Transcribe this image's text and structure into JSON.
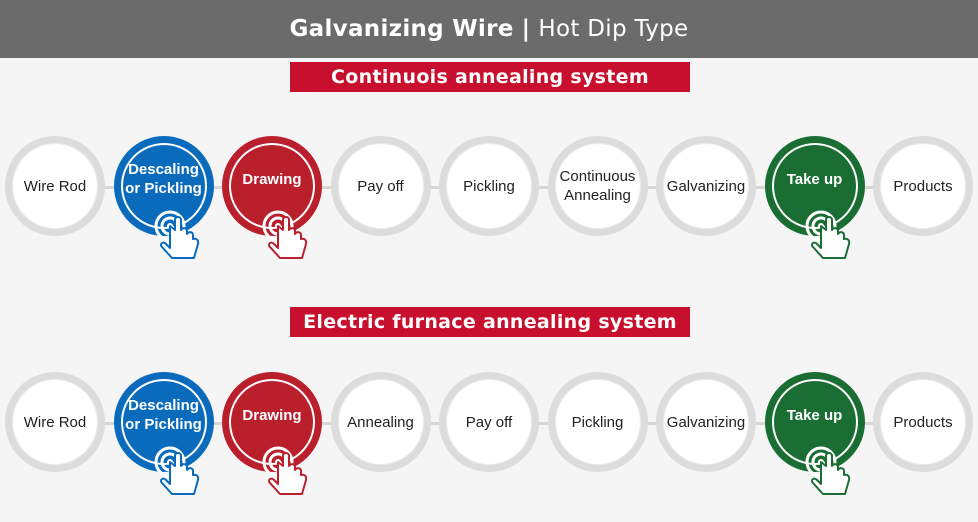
{
  "header": {
    "title": "Galvanizing Wire",
    "separator": "|",
    "subtitle": "Hot Dip Type"
  },
  "colors": {
    "header_bg": "#6b6b6b",
    "banner_red": "#c8102e",
    "step_blue": "#0a6bbd",
    "step_red": "#b9202c",
    "step_green": "#1a6e34",
    "step_ring": "#dcdcdc"
  },
  "systems": [
    {
      "title": "Continuois annealing system",
      "steps": [
        {
          "label": "Wire Rod",
          "style": "plain"
        },
        {
          "label": "Descaling or Pickling",
          "style": "blue",
          "interactive": true
        },
        {
          "label": "Drawing",
          "style": "red",
          "interactive": true
        },
        {
          "label": "Pay off",
          "style": "plain"
        },
        {
          "label": "Pickling",
          "style": "plain"
        },
        {
          "label": "Continuous Annealing",
          "style": "plain"
        },
        {
          "label": "Galvanizing",
          "style": "plain"
        },
        {
          "label": "Take up",
          "style": "green",
          "interactive": true
        },
        {
          "label": "Products",
          "style": "plain"
        }
      ]
    },
    {
      "title": "Electric furnace annealing system",
      "steps": [
        {
          "label": "Wire Rod",
          "style": "plain"
        },
        {
          "label": "Descaling or Pickling",
          "style": "blue",
          "interactive": true
        },
        {
          "label": "Drawing",
          "style": "red",
          "interactive": true
        },
        {
          "label": "Annealing",
          "style": "plain"
        },
        {
          "label": "Pay off",
          "style": "plain"
        },
        {
          "label": "Pickling",
          "style": "plain"
        },
        {
          "label": "Galvanizing",
          "style": "plain"
        },
        {
          "label": "Take up",
          "style": "green",
          "interactive": true
        },
        {
          "label": "Products",
          "style": "plain"
        }
      ]
    }
  ],
  "icons": {
    "tap": "tap-hand-icon"
  }
}
